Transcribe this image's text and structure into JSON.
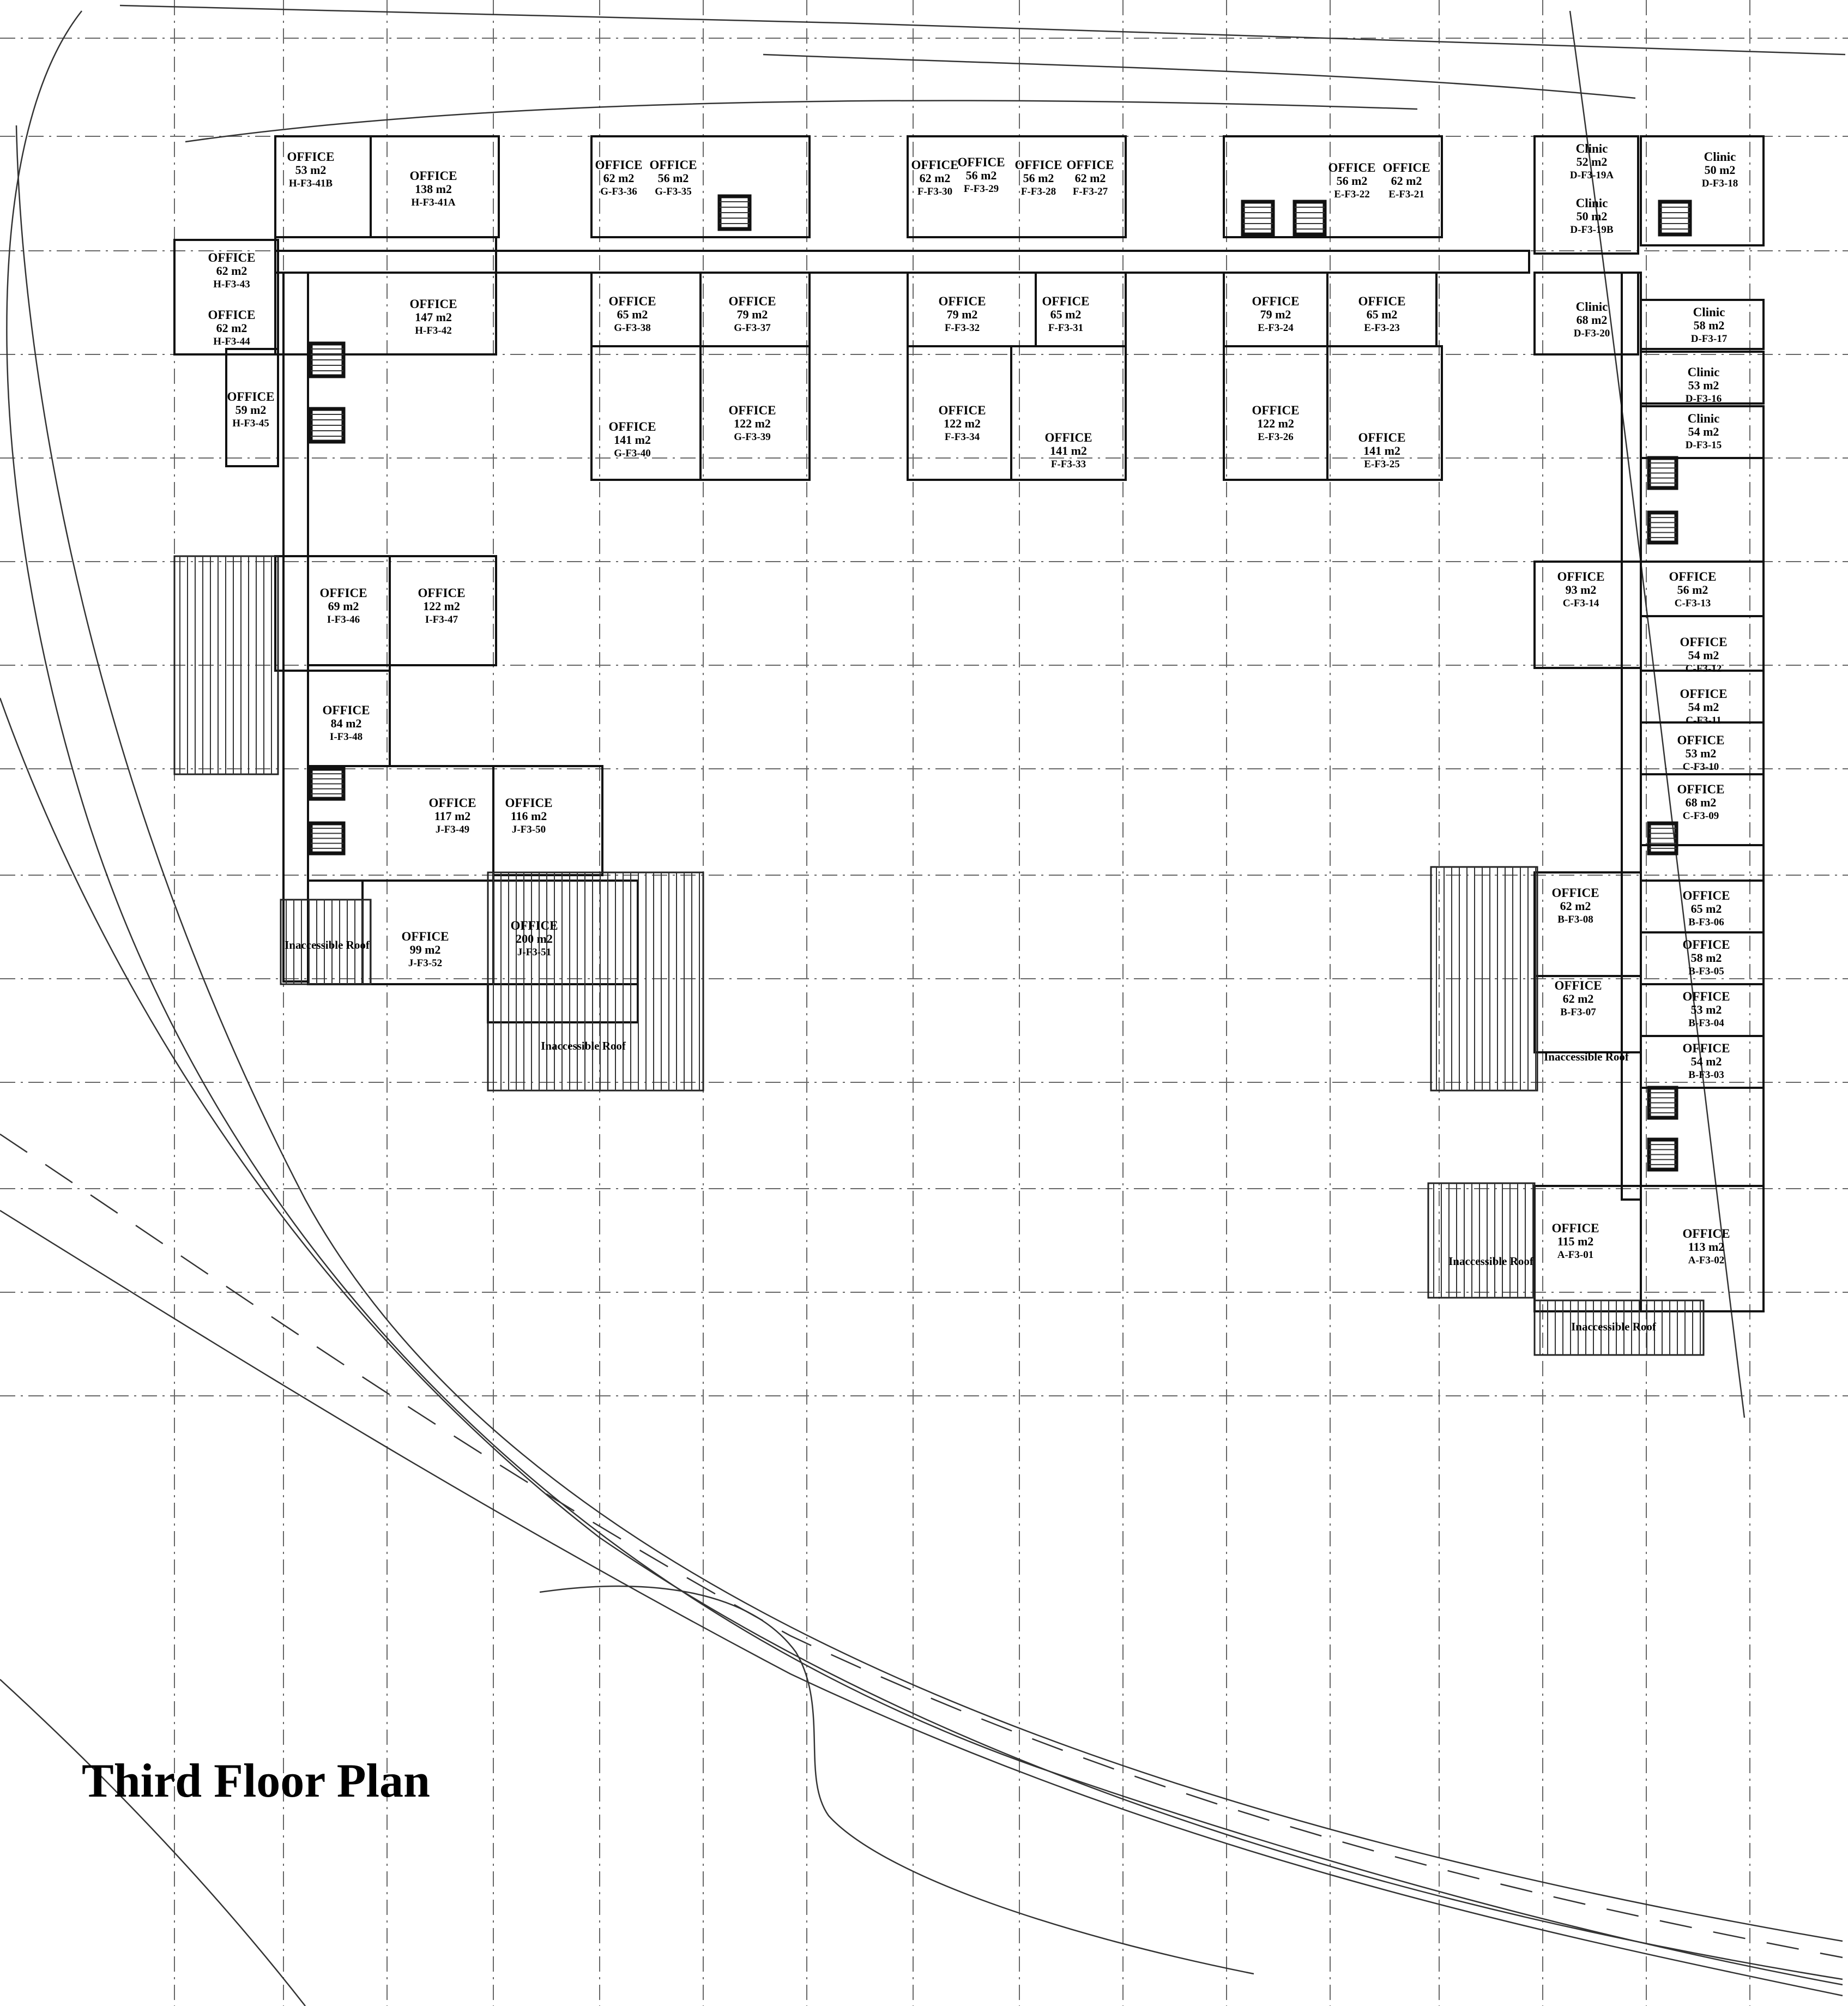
{
  "title": "Third Floor Plan",
  "colors": {
    "background": "#ffffff",
    "linework": "#111111",
    "grid": "#666666"
  },
  "rooms": [
    {
      "code": "H-F3-41B",
      "name": "OFFICE",
      "area": "53 m2"
    },
    {
      "code": "H-F3-41A",
      "name": "OFFICE",
      "area": "138 m2"
    },
    {
      "code": "H-F3-43",
      "name": "OFFICE",
      "area": "62 m2"
    },
    {
      "code": "H-F3-44",
      "name": "OFFICE",
      "area": "62 m2"
    },
    {
      "code": "H-F3-42",
      "name": "OFFICE",
      "area": "147 m2"
    },
    {
      "code": "H-F3-45",
      "name": "OFFICE",
      "area": "59 m2"
    },
    {
      "code": "G-F3-36",
      "name": "OFFICE",
      "area": "62 m2"
    },
    {
      "code": "G-F3-35",
      "name": "OFFICE",
      "area": "56 m2"
    },
    {
      "code": "G-F3-38",
      "name": "OFFICE",
      "area": "65 m2"
    },
    {
      "code": "G-F3-37",
      "name": "OFFICE",
      "area": "79 m2"
    },
    {
      "code": "G-F3-40",
      "name": "OFFICE",
      "area": "141 m2"
    },
    {
      "code": "G-F3-39",
      "name": "OFFICE",
      "area": "122 m2"
    },
    {
      "code": "F-F3-30",
      "name": "OFFICE",
      "area": "62 m2"
    },
    {
      "code": "F-F3-29",
      "name": "OFFICE",
      "area": "56 m2"
    },
    {
      "code": "F-F3-28",
      "name": "OFFICE",
      "area": "56 m2"
    },
    {
      "code": "F-F3-27",
      "name": "OFFICE",
      "area": "62 m2"
    },
    {
      "code": "F-F3-32",
      "name": "OFFICE",
      "area": "79 m2"
    },
    {
      "code": "F-F3-31",
      "name": "OFFICE",
      "area": "65 m2"
    },
    {
      "code": "F-F3-34",
      "name": "OFFICE",
      "area": "122 m2"
    },
    {
      "code": "F-F3-33",
      "name": "OFFICE",
      "area": "141 m2"
    },
    {
      "code": "E-F3-22",
      "name": "OFFICE",
      "area": "56 m2"
    },
    {
      "code": "E-F3-21",
      "name": "OFFICE",
      "area": "62 m2"
    },
    {
      "code": "E-F3-24",
      "name": "OFFICE",
      "area": "79 m2"
    },
    {
      "code": "E-F3-23",
      "name": "OFFICE",
      "area": "65 m2"
    },
    {
      "code": "E-F3-26",
      "name": "OFFICE",
      "area": "122 m2"
    },
    {
      "code": "E-F3-25",
      "name": "OFFICE",
      "area": "141 m2"
    },
    {
      "code": "D-F3-19A",
      "name": "Clinic",
      "area": "52 m2"
    },
    {
      "code": "D-F3-19B",
      "name": "Clinic",
      "area": "50 m2"
    },
    {
      "code": "D-F3-18",
      "name": "Clinic",
      "area": "50 m2"
    },
    {
      "code": "D-F3-20",
      "name": "Clinic",
      "area": "68 m2"
    },
    {
      "code": "D-F3-17",
      "name": "Clinic",
      "area": "58 m2"
    },
    {
      "code": "D-F3-16",
      "name": "Clinic",
      "area": "53 m2"
    },
    {
      "code": "D-F3-15",
      "name": "Clinic",
      "area": "54 m2"
    },
    {
      "code": "I-F3-46",
      "name": "OFFICE",
      "area": "69 m2"
    },
    {
      "code": "I-F3-47",
      "name": "OFFICE",
      "area": "122 m2"
    },
    {
      "code": "I-F3-48",
      "name": "OFFICE",
      "area": "84 m2"
    },
    {
      "code": "J-F3-49",
      "name": "OFFICE",
      "area": "117 m2"
    },
    {
      "code": "J-F3-50",
      "name": "OFFICE",
      "area": "116 m2"
    },
    {
      "code": "J-F3-51",
      "name": "OFFICE",
      "area": "200 m2"
    },
    {
      "code": "J-F3-52",
      "name": "OFFICE",
      "area": "99 m2"
    },
    {
      "code": "C-F3-14",
      "name": "OFFICE",
      "area": "93 m2"
    },
    {
      "code": "C-F3-13",
      "name": "OFFICE",
      "area": "56 m2"
    },
    {
      "code": "C-F3-12",
      "name": "OFFICE",
      "area": "54 m2"
    },
    {
      "code": "C-F3-11",
      "name": "OFFICE",
      "area": "54 m2"
    },
    {
      "code": "C-F3-10",
      "name": "OFFICE",
      "area": "53 m2"
    },
    {
      "code": "C-F3-09",
      "name": "OFFICE",
      "area": "68 m2"
    },
    {
      "code": "B-F3-08",
      "name": "OFFICE",
      "area": "62 m2"
    },
    {
      "code": "B-F3-07",
      "name": "OFFICE",
      "area": "62 m2"
    },
    {
      "code": "B-F3-06",
      "name": "OFFICE",
      "area": "65 m2"
    },
    {
      "code": "B-F3-05",
      "name": "OFFICE",
      "area": "58 m2"
    },
    {
      "code": "B-F3-04",
      "name": "OFFICE",
      "area": "53 m2"
    },
    {
      "code": "B-F3-03",
      "name": "OFFICE",
      "area": "54 m2"
    },
    {
      "code": "A-F3-01",
      "name": "OFFICE",
      "area": "115 m2"
    },
    {
      "code": "A-F3-02",
      "name": "OFFICE",
      "area": "113 m2"
    }
  ],
  "roofs": [
    {
      "label": "Inaccessible Roof"
    },
    {
      "label": "Inaccessible Roof"
    },
    {
      "label": "Inaccessible Roof"
    },
    {
      "label": "Inaccessible Roof"
    },
    {
      "label": "Inaccessible Roof"
    }
  ]
}
